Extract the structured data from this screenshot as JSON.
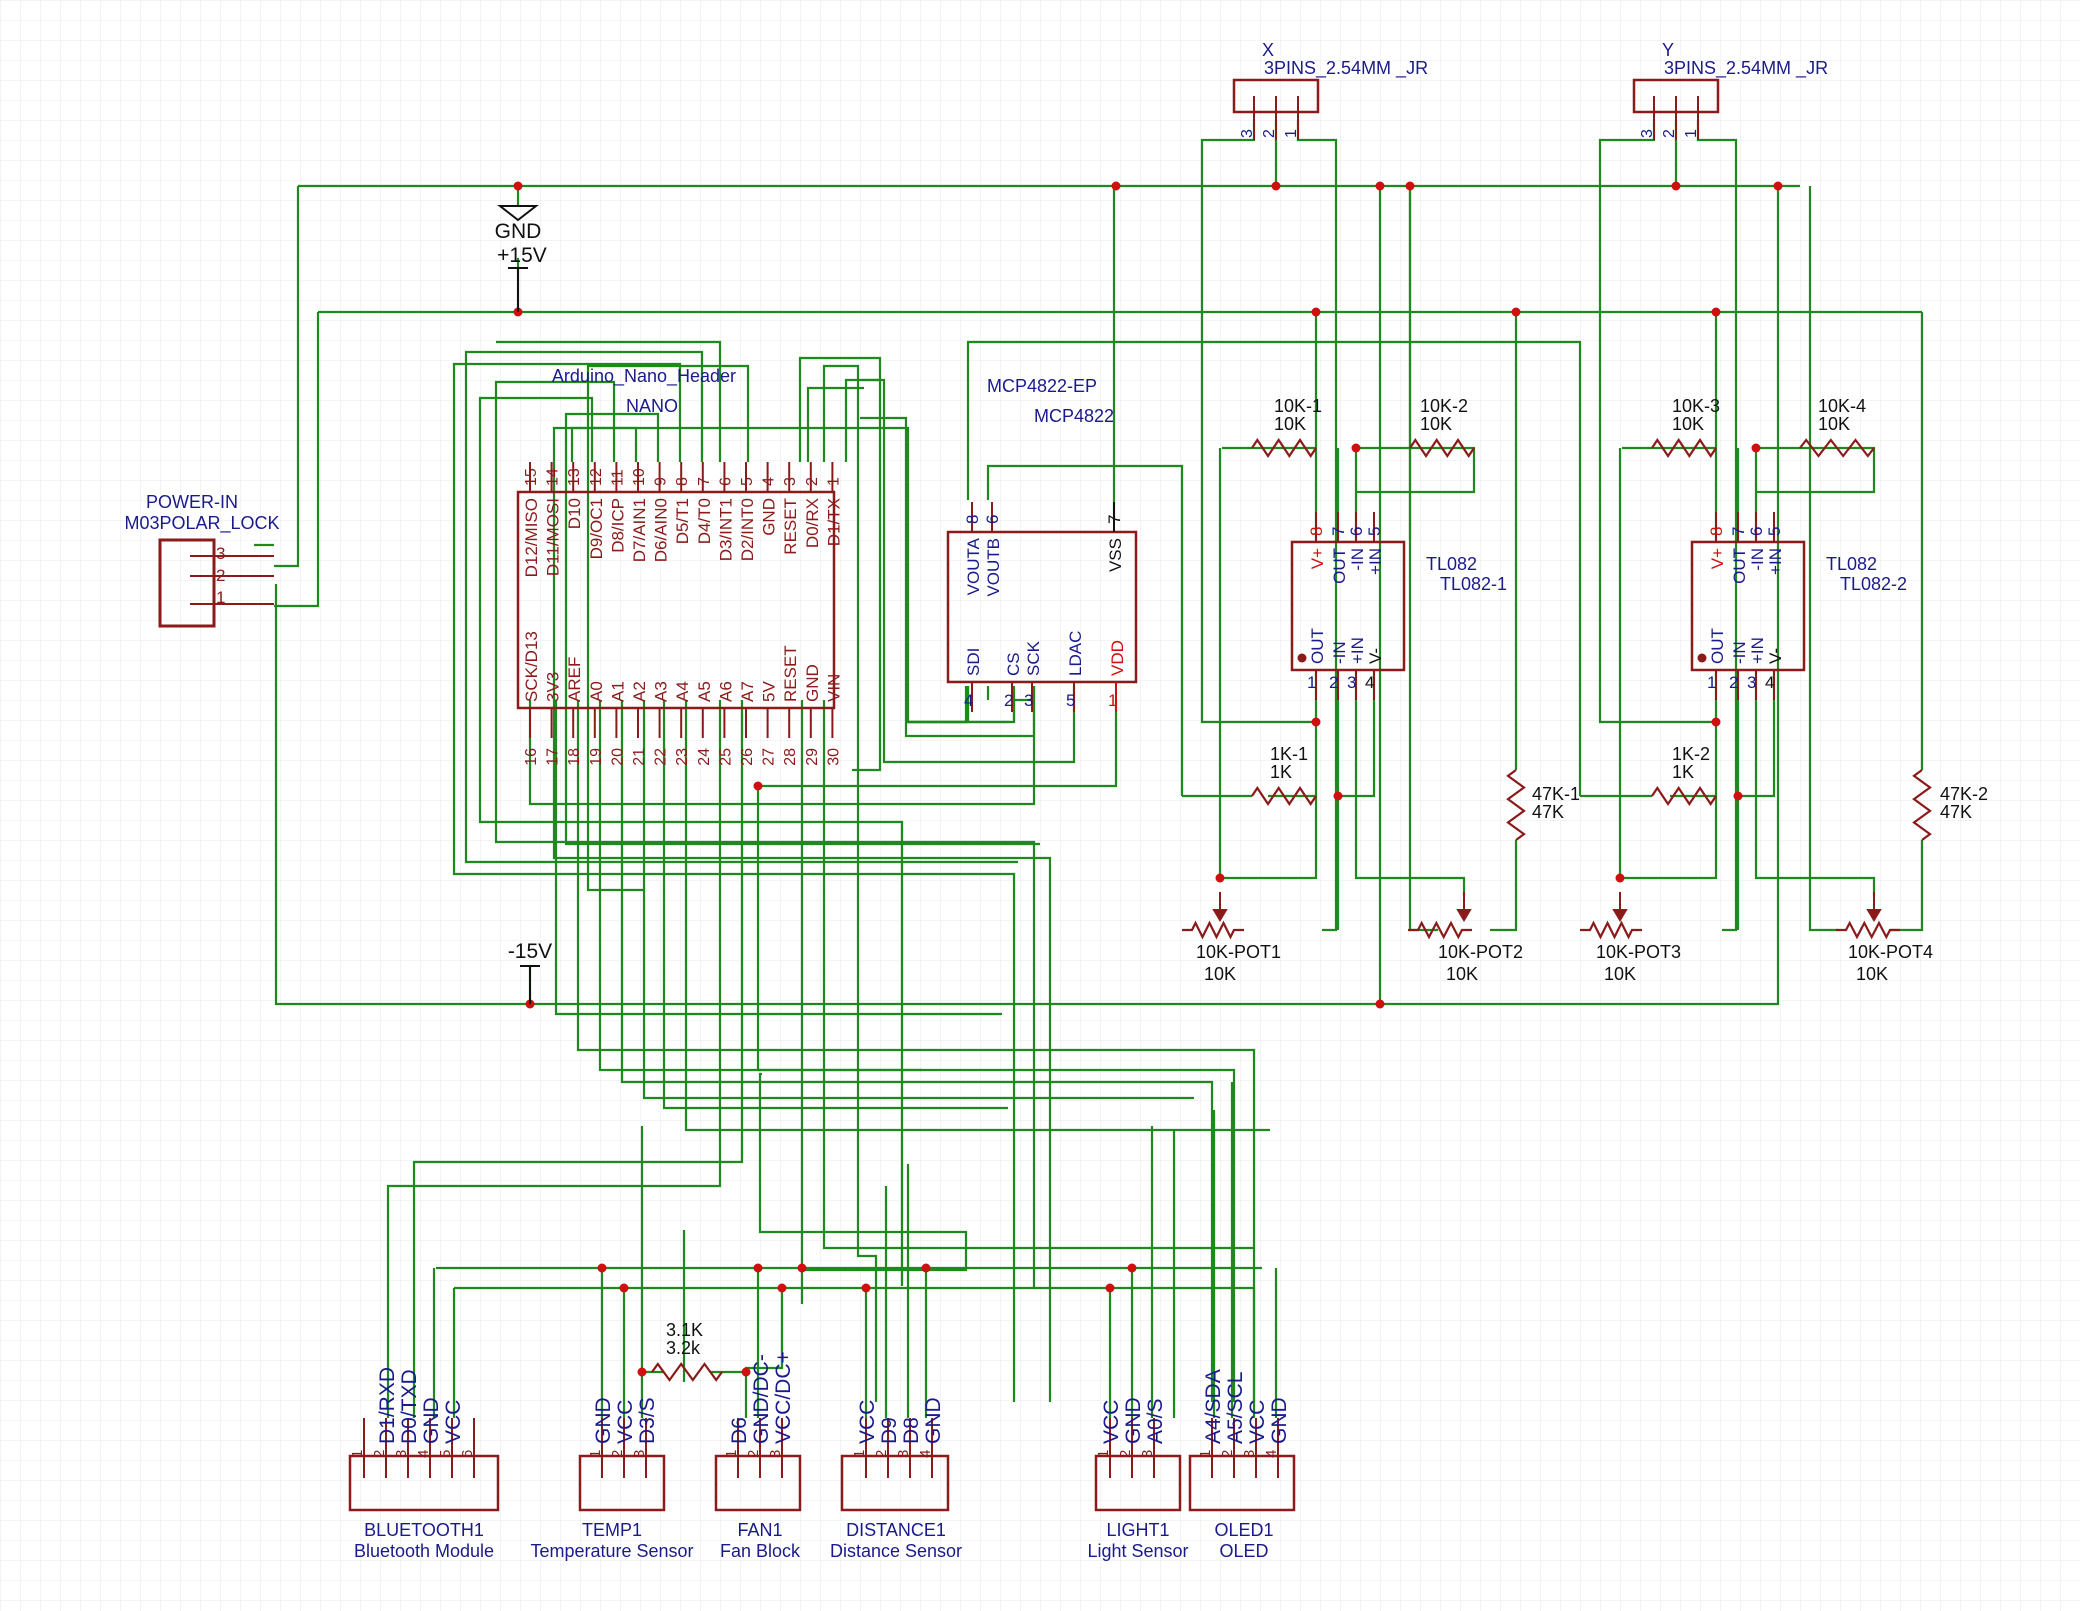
{
  "colors": {
    "wire": "#1e8a1e",
    "part": "#8b1a1a",
    "label": "#1a1a8c",
    "red": "#d01010",
    "black": "#111111",
    "grid": "#e8ecf0"
  },
  "power_in": {
    "ref": "POWER-IN",
    "value": "M03POLAR_LOCK",
    "pins": [
      "3",
      "2",
      "1"
    ]
  },
  "gnd_label": "GND",
  "p15_label": "+15V",
  "m15_label": "-15V",
  "nano": {
    "ref": "Arduino_Nano_Header",
    "value": "NANO",
    "top_pins": [
      {
        "num": "15",
        "name": "D12/MISO"
      },
      {
        "num": "14",
        "name": "D11/MOSI"
      },
      {
        "num": "13",
        "name": "D10"
      },
      {
        "num": "12",
        "name": "D9/OC1"
      },
      {
        "num": "11",
        "name": "D8/ICP"
      },
      {
        "num": "10",
        "name": "D7/AIN1"
      },
      {
        "num": "9",
        "name": "D6/AIN0"
      },
      {
        "num": "8",
        "name": "D5/T1"
      },
      {
        "num": "7",
        "name": "D4/T0"
      },
      {
        "num": "6",
        "name": "D3/INT1"
      },
      {
        "num": "5",
        "name": "D2/INT0"
      },
      {
        "num": "4",
        "name": "GND"
      },
      {
        "num": "3",
        "name": "RESET"
      },
      {
        "num": "2",
        "name": "D0/RX"
      },
      {
        "num": "1",
        "name": "D1/TX"
      }
    ],
    "bottom_pins": [
      {
        "num": "16",
        "name": "SCK/D13"
      },
      {
        "num": "17",
        "name": "3V3"
      },
      {
        "num": "18",
        "name": "AREF"
      },
      {
        "num": "19",
        "name": "A0"
      },
      {
        "num": "20",
        "name": "A1"
      },
      {
        "num": "21",
        "name": "A2"
      },
      {
        "num": "22",
        "name": "A3"
      },
      {
        "num": "23",
        "name": "A4"
      },
      {
        "num": "24",
        "name": "A5"
      },
      {
        "num": "25",
        "name": "A6"
      },
      {
        "num": "26",
        "name": "A7"
      },
      {
        "num": "27",
        "name": "5V"
      },
      {
        "num": "28",
        "name": "RESET"
      },
      {
        "num": "29",
        "name": "GND"
      },
      {
        "num": "30",
        "name": "VIN"
      }
    ]
  },
  "dac": {
    "ref": "MCP4822-EP",
    "value": "MCP4822",
    "pins": [
      {
        "num": "8",
        "name": "VOUTA"
      },
      {
        "num": "6",
        "name": "VOUTB"
      },
      {
        "num": "7",
        "name": "VSS"
      },
      {
        "num": "4",
        "name": "SDI"
      },
      {
        "num": "2",
        "name": "CS"
      },
      {
        "num": "3",
        "name": "SCK"
      },
      {
        "num": "5",
        "name": "LDAC"
      },
      {
        "num": "1",
        "name": "VDD"
      }
    ]
  },
  "opamps": [
    {
      "ref": "TL082",
      "value": "TL082-1"
    },
    {
      "ref": "TL082",
      "value": "TL082-2"
    }
  ],
  "opamp_pins_top": [
    {
      "num": "8",
      "name": "V+"
    },
    {
      "num": "7",
      "name": "OUT"
    },
    {
      "num": "6",
      "name": "-IN"
    },
    {
      "num": "5",
      "name": "+IN"
    }
  ],
  "opamp_pins_bottom": [
    {
      "num": "1",
      "name": "OUT"
    },
    {
      "num": "2",
      "name": "-IN"
    },
    {
      "num": "3",
      "name": "+IN"
    },
    {
      "num": "4",
      "name": "V-"
    }
  ],
  "joysticks": [
    {
      "ref": "X",
      "value": "3PINS_2.54MM _JR",
      "pins": [
        "3",
        "2",
        "1"
      ]
    },
    {
      "ref": "Y",
      "value": "3PINS_2.54MM _JR",
      "pins": [
        "3",
        "2",
        "1"
      ]
    }
  ],
  "resistors": [
    {
      "ref": "10K-1",
      "value": "10K"
    },
    {
      "ref": "10K-2",
      "value": "10K"
    },
    {
      "ref": "10K-3",
      "value": "10K"
    },
    {
      "ref": "10K-4",
      "value": "10K"
    },
    {
      "ref": "1K-1",
      "value": "1K"
    },
    {
      "ref": "1K-2",
      "value": "1K"
    },
    {
      "ref": "47K-1",
      "value": "47K"
    },
    {
      "ref": "47K-2",
      "value": "47K"
    },
    {
      "ref": "3.1K",
      "value": "3.2k"
    }
  ],
  "pots": [
    {
      "ref": "10K-POT1",
      "value": "10K"
    },
    {
      "ref": "10K-POT2",
      "value": "10K"
    },
    {
      "ref": "10K-POT3",
      "value": "10K"
    },
    {
      "ref": "10K-POT4",
      "value": "10K"
    }
  ],
  "modules": [
    {
      "ref": "BLUETOOTH1",
      "value": "Bluetooth Module",
      "pins": [
        "1",
        "2",
        "3",
        "4",
        "5",
        "6"
      ],
      "labels": [
        "",
        "D1/RXD",
        "D0/TXD",
        "GND",
        "VCC",
        ""
      ]
    },
    {
      "ref": "TEMP1",
      "value": "Temperature Sensor",
      "pins": [
        "1",
        "2",
        "3"
      ],
      "labels": [
        "GND",
        "VCC",
        "D3/S"
      ]
    },
    {
      "ref": "FAN1",
      "value": "Fan Block",
      "pins": [
        "1",
        "2",
        "3"
      ],
      "labels": [
        "D6",
        "GND/DC-",
        "VCC/DC+"
      ]
    },
    {
      "ref": "DISTANCE1",
      "value": "Distance Sensor",
      "pins": [
        "1",
        "2",
        "3",
        "4"
      ],
      "labels": [
        "VCC",
        "D9",
        "D8",
        "GND"
      ]
    },
    {
      "ref": "LIGHT1",
      "value": "Light Sensor",
      "pins": [
        "1",
        "2",
        "3"
      ],
      "labels": [
        "VCC",
        "GND",
        "A0/S"
      ]
    },
    {
      "ref": "OLED1",
      "value": "OLED",
      "pins": [
        "1",
        "2",
        "3",
        "4"
      ],
      "labels": [
        "A4/SDA",
        "A5/SCL",
        "VCC",
        "GND"
      ]
    }
  ]
}
